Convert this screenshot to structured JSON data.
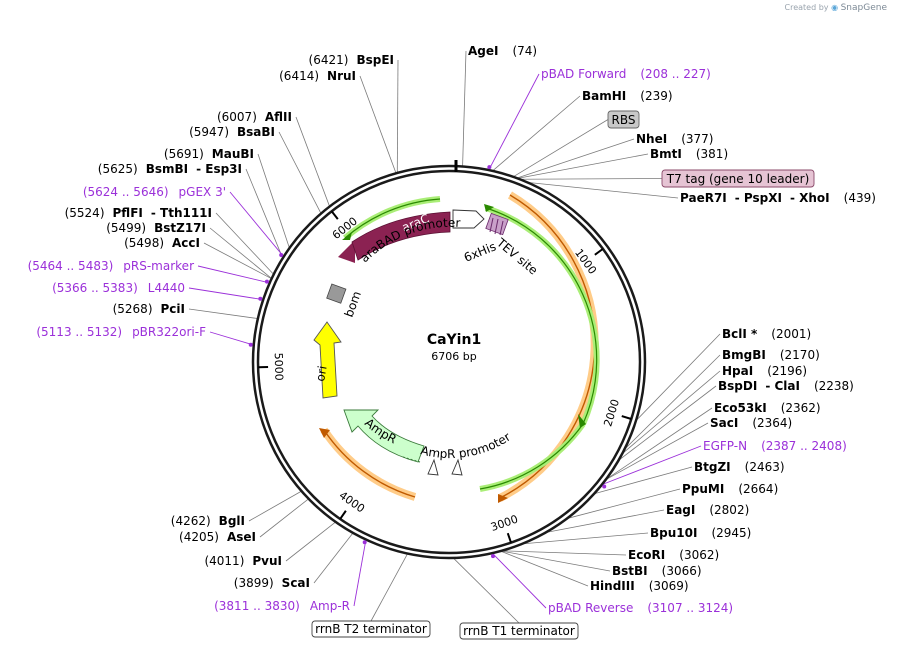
{
  "credit": {
    "prefix": "Created by",
    "brand": "SnapGene"
  },
  "plasmid": {
    "name": "CaYin1",
    "size": "6706 bp",
    "length": 6706
  },
  "ticks": [
    {
      "pos": 1000,
      "label": "1000"
    },
    {
      "pos": 2000,
      "label": "2000"
    },
    {
      "pos": 3000,
      "label": "3000"
    },
    {
      "pos": 4000,
      "label": "4000"
    },
    {
      "pos": 5000,
      "label": "5000"
    },
    {
      "pos": 6000,
      "label": "6000"
    }
  ],
  "features": [
    {
      "name": "araC",
      "label": "araC"
    },
    {
      "name": "araBAD promoter",
      "label": "araBAD promoter"
    },
    {
      "name": "6xHis",
      "label": "6xHis"
    },
    {
      "name": "TEV site",
      "label": "TEV site"
    },
    {
      "name": "bom",
      "label": "bom"
    },
    {
      "name": "ori",
      "label": "ori"
    },
    {
      "name": "AmpR",
      "label": "AmpR"
    },
    {
      "name": "AmpR promoter",
      "label": "AmpR promoter"
    }
  ],
  "sites": [
    {
      "name": "AgeI",
      "pos": "(74)"
    },
    {
      "name": "BamHI",
      "pos": "(239)"
    },
    {
      "name": "NheI",
      "pos": "(377)"
    },
    {
      "name": "BmtI",
      "pos": "(381)"
    },
    {
      "name": "PaeR7I",
      "name2": "PspXI",
      "name3": "XhoI",
      "pos": "(439)"
    },
    {
      "name": "BclI *",
      "pos": "(2001)"
    },
    {
      "name": "BmgBI",
      "pos": "(2170)"
    },
    {
      "name": "HpaI",
      "pos": "(2196)"
    },
    {
      "name": "BspDI",
      "name2": "ClaI",
      "pos": "(2238)"
    },
    {
      "name": "Eco53kI",
      "pos": "(2362)"
    },
    {
      "name": "SacI",
      "pos": "(2364)"
    },
    {
      "name": "BtgZI",
      "pos": "(2463)"
    },
    {
      "name": "PpuMI",
      "pos": "(2664)"
    },
    {
      "name": "EagI",
      "pos": "(2802)"
    },
    {
      "name": "Bpu10I",
      "pos": "(2945)"
    },
    {
      "name": "EcoRI",
      "pos": "(3062)"
    },
    {
      "name": "BstBI",
      "pos": "(3066)"
    },
    {
      "name": "HindIII",
      "pos": "(3069)"
    },
    {
      "name": "BglI",
      "pos": "(4262)"
    },
    {
      "name": "AseI",
      "pos": "(4205)"
    },
    {
      "name": "PvuI",
      "pos": "(4011)"
    },
    {
      "name": "ScaI",
      "pos": "(3899)"
    },
    {
      "name": "BspEI",
      "pos": "(6421)"
    },
    {
      "name": "NruI",
      "pos": "(6414)"
    },
    {
      "name": "AflII",
      "pos": "(6007)"
    },
    {
      "name": "BsaBI",
      "pos": "(5947)"
    },
    {
      "name": "MauBI",
      "pos": "(5691)"
    },
    {
      "name": "BsmBI",
      "name2": "Esp3I",
      "pos": "(5625)"
    },
    {
      "name": "PflFI",
      "name2": "Tth111I",
      "pos": "(5524)"
    },
    {
      "name": "BstZ17I",
      "pos": "(5499)"
    },
    {
      "name": "AccI",
      "pos": "(5498)"
    },
    {
      "name": "PciI",
      "pos": "(5268)"
    }
  ],
  "primers": [
    {
      "name": "pBAD Forward",
      "pos": "(208 .. 227)"
    },
    {
      "name": "EGFP-N",
      "pos": "(2387 .. 2408)"
    },
    {
      "name": "pBAD Reverse",
      "pos": "(3107 .. 3124)"
    },
    {
      "name": "Amp-R",
      "pos": "(3811 .. 3830)"
    },
    {
      "name": "pGEX 3'",
      "pos": "(5624 .. 5646)"
    },
    {
      "name": "pRS-marker",
      "pos": "(5464 .. 5483)"
    },
    {
      "name": "L4440",
      "pos": "(5366 .. 5383)"
    },
    {
      "name": "pBR322ori-F",
      "pos": "(5113 .. 5132)"
    }
  ],
  "boxed": [
    {
      "name": "RBS"
    },
    {
      "name": "T7 tag (gene 10 leader)"
    },
    {
      "name": "rrnB T2 terminator"
    },
    {
      "name": "rrnB T1 terminator"
    }
  ],
  "colors": {
    "backbone": "#1a1a1a",
    "araC": "#8b2252",
    "araBAD": "#ffffff",
    "ori": "#ffff00",
    "AmpR": "#ccffcc",
    "bom": "#999999",
    "TEV": "#c9a0c9",
    "ORF_fill": "#ffcc88",
    "ORF_arrow": "#c05a00",
    "green_fill": "#aaee77",
    "green_arrow": "#2a8a00",
    "primer": "#9b30d9",
    "RBS_box": "#c8c8c8",
    "T7_box": "#e6c4d4"
  }
}
